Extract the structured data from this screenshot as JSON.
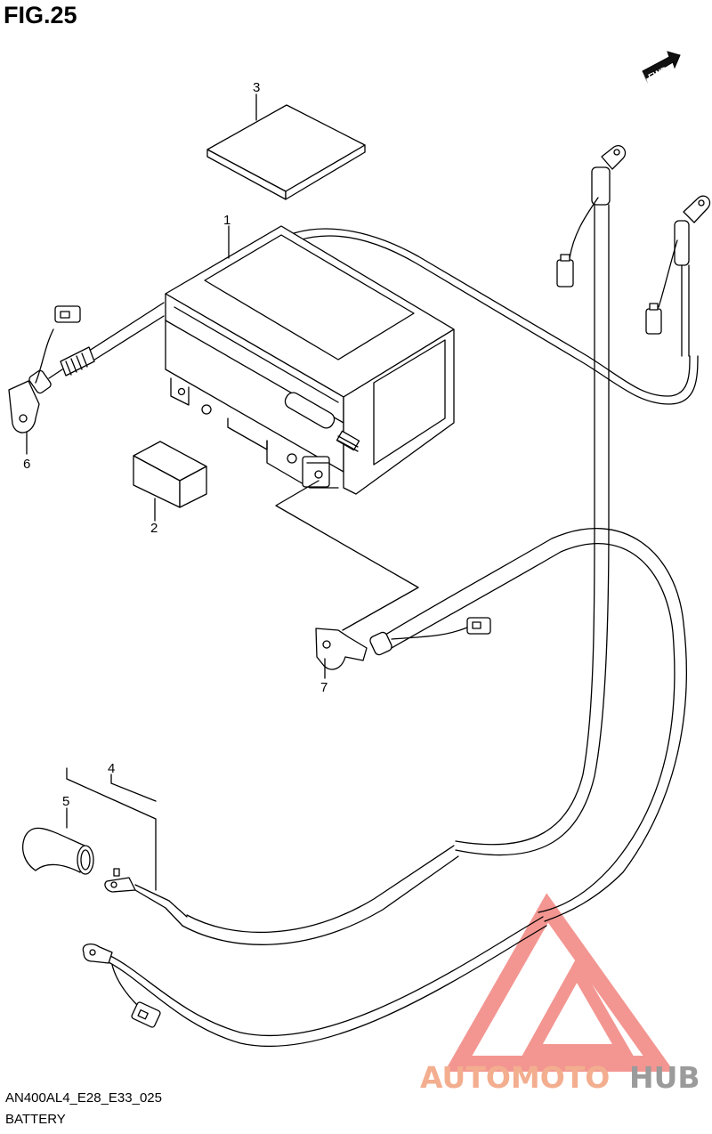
{
  "figure": {
    "title": "FIG.25"
  },
  "footer": {
    "code": "AN400AL4_E28_E33_025",
    "caption": "BATTERY"
  },
  "fwd_label": "FWD",
  "callouts": [
    {
      "id": "c1",
      "number": "1"
    },
    {
      "id": "c2",
      "number": "2"
    },
    {
      "id": "c3",
      "number": "3"
    },
    {
      "id": "c4",
      "number": "4"
    },
    {
      "id": "c5",
      "number": "5"
    },
    {
      "id": "c6",
      "number": "6"
    },
    {
      "id": "c7",
      "number": "7"
    }
  ],
  "watermark": {
    "part1": "AUTOMOTO",
    "part2": "HUB",
    "color1": "#f2a07c",
    "color2": "#8a8a8a",
    "triangle_color": "#f2847e"
  }
}
